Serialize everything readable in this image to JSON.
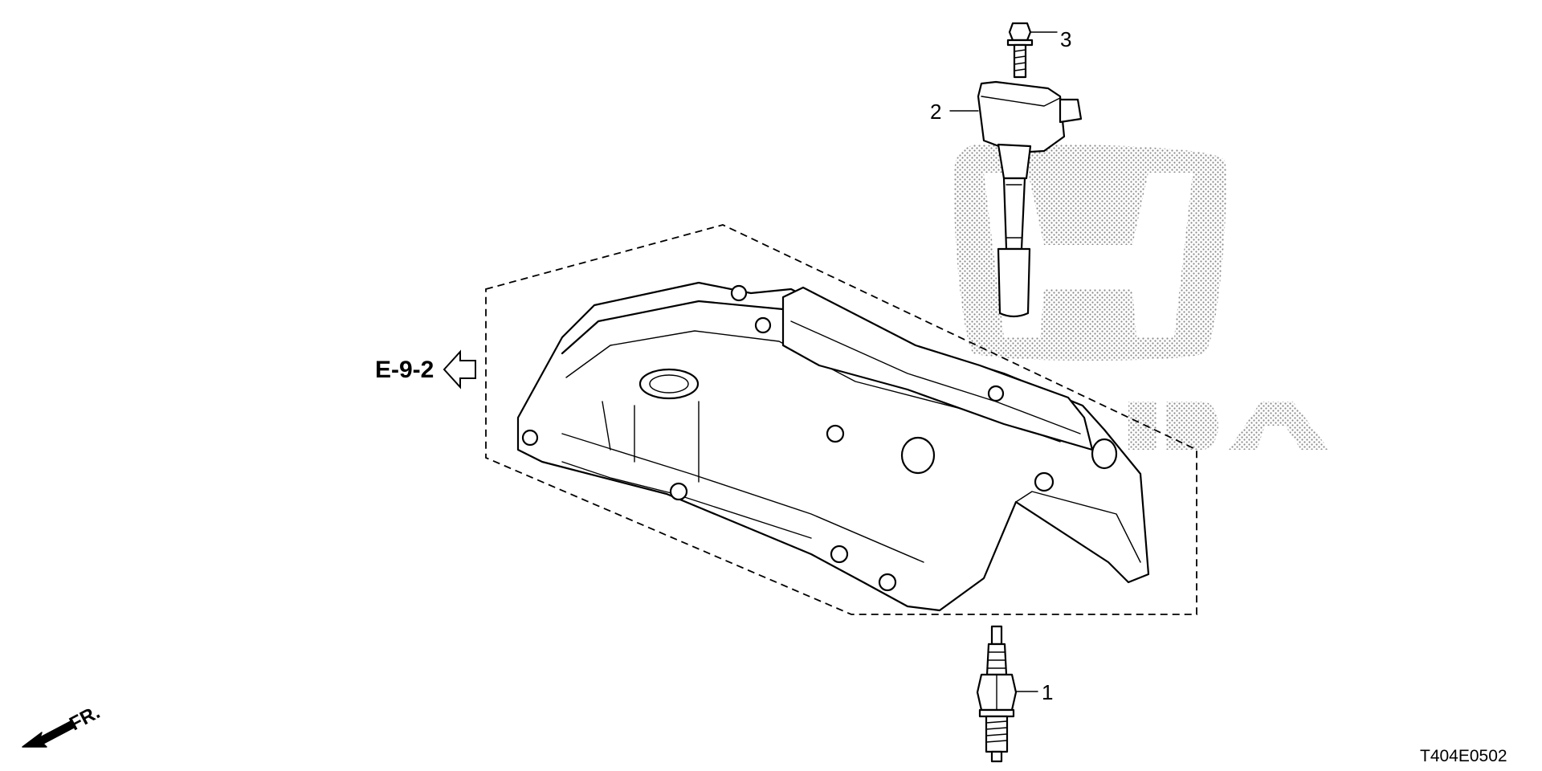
{
  "watermark": {
    "brand": "HONDA"
  },
  "callouts": {
    "spark_plug": "1",
    "ignition_coil": "2",
    "bolt": "3"
  },
  "reference": {
    "code": "E-9-2"
  },
  "front_indicator": {
    "label": "FR."
  },
  "diagram_code": "T404E0502"
}
